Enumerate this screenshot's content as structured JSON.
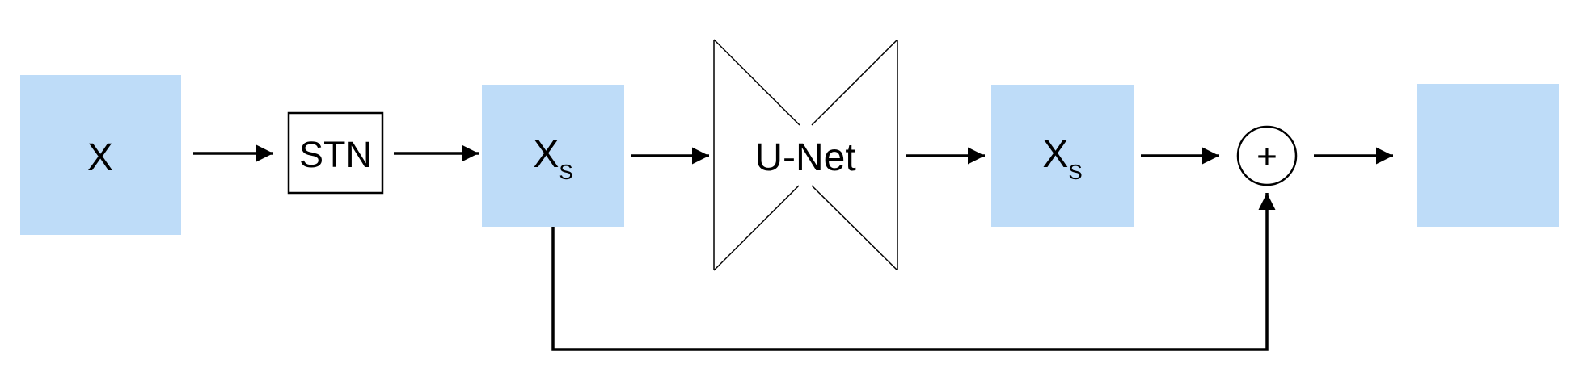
{
  "figure": {
    "description": "Pipeline diagram: input X is warped by STN, denoised by U-Net, and combined with a skip connection through an addition node",
    "colors": {
      "background": "#FFFFFF",
      "box_fill": "#BEDCF8",
      "line": "#000000"
    },
    "nodes": {
      "input": {
        "label": "X"
      },
      "stn": {
        "label": "STN"
      },
      "warped": {
        "base": "X",
        "sub": "S"
      },
      "unet": {
        "label": "U-Net"
      },
      "restored": {
        "base": "X",
        "sub": "S"
      },
      "sum": {
        "symbol": "+"
      },
      "output": {
        "label": ""
      }
    }
  }
}
